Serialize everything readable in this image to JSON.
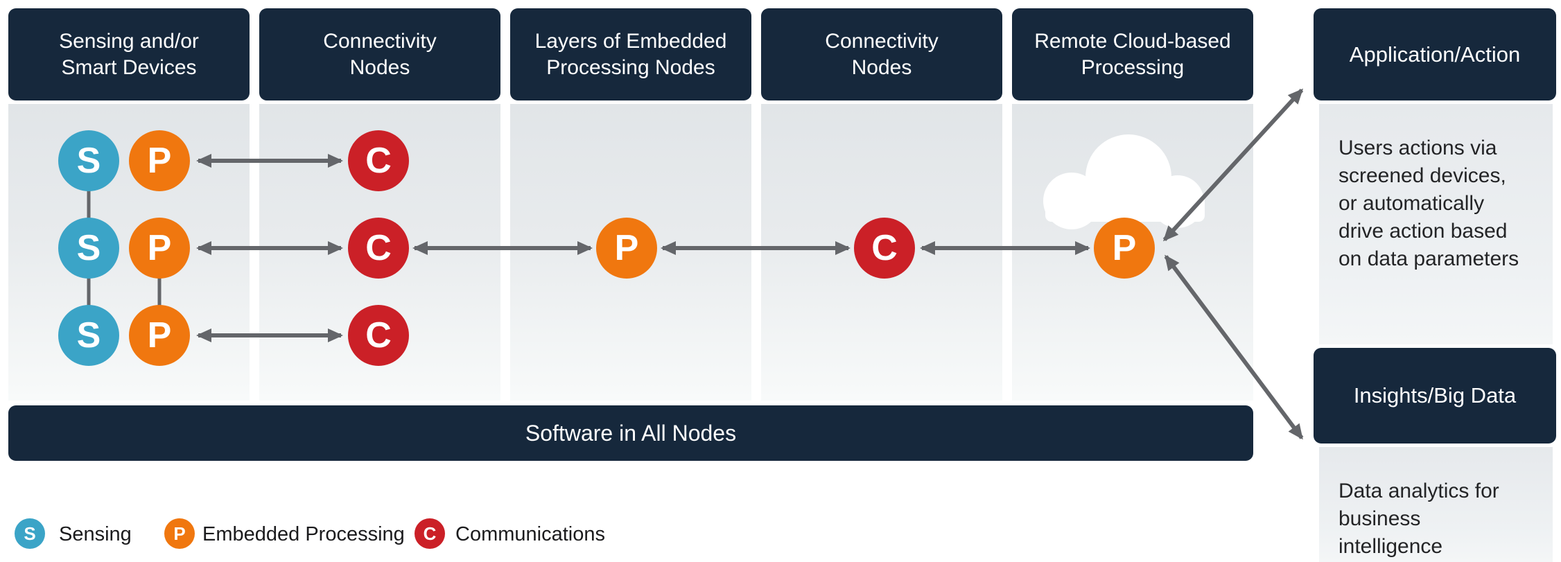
{
  "palette": {
    "navy": "#16283c",
    "sensing_blue": "#3ba4c7",
    "processing_orange": "#f0770f",
    "communications_red": "#cb2027",
    "arrow_gray": "#64666a",
    "panel_gray_top": "#e1e5e8",
    "panel_gray_bottom": "#f8fafa"
  },
  "columns": [
    {
      "title": "Sensing and/or\nSmart Devices"
    },
    {
      "title": "Connectivity\nNodes"
    },
    {
      "title": "Layers of Embedded\nProcessing Nodes"
    },
    {
      "title": "Connectivity\nNodes"
    },
    {
      "title": "Remote Cloud-based\nProcessing"
    }
  ],
  "node_letters": {
    "sensing": "S",
    "processing": "P",
    "communications": "C"
  },
  "software_bar": {
    "label": "Software in All Nodes"
  },
  "right_panel": {
    "application": {
      "title": "Application/Action",
      "body": "Users actions via screened devices, or automatically drive action based on data parameters"
    },
    "insights": {
      "title": "Insights/Big Data",
      "body": "Data analytics for business intelligence"
    }
  },
  "legend": {
    "items": [
      {
        "letter": "S",
        "label": "Sensing"
      },
      {
        "letter": "P",
        "label": "Embedded Processing"
      },
      {
        "letter": "C",
        "label": "Communications"
      }
    ]
  }
}
